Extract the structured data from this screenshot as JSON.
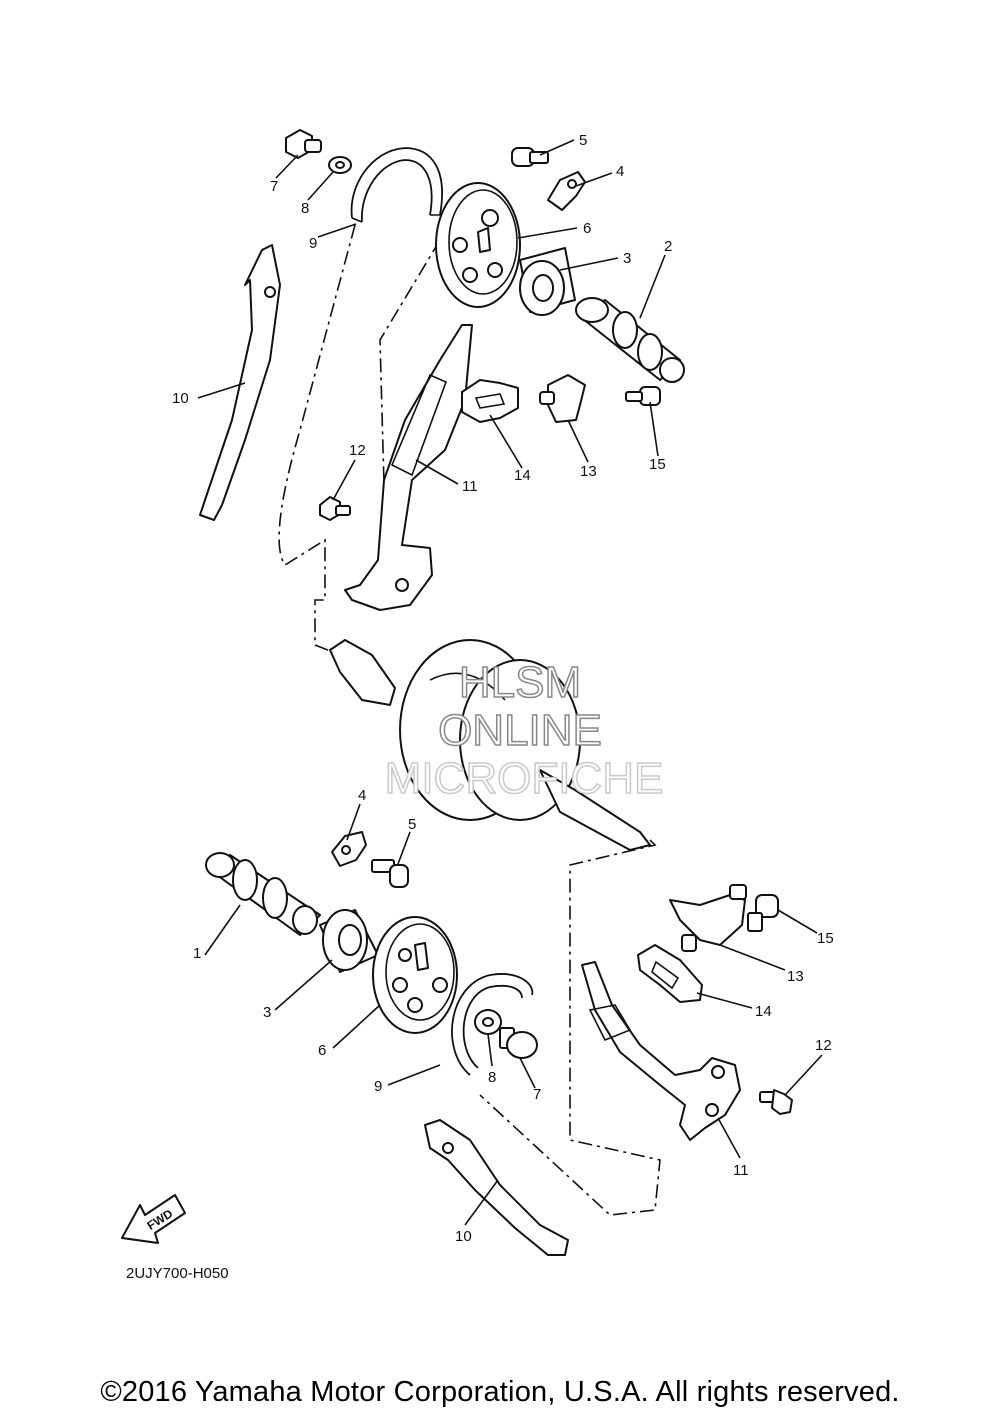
{
  "diagram": {
    "callouts_top": [
      "7",
      "8",
      "9",
      "5",
      "4",
      "6",
      "3",
      "2",
      "10",
      "12",
      "11",
      "14",
      "13",
      "15"
    ],
    "callouts_bottom": [
      "4",
      "5",
      "1",
      "3",
      "6",
      "9",
      "8",
      "7",
      "15",
      "13",
      "14",
      "12",
      "11",
      "10"
    ],
    "watermark": [
      "HLSM",
      "ONLINE",
      "MICROFICHE"
    ],
    "fwd_label": "FWD",
    "diagram_code": "2UJY700-H050"
  },
  "footer": {
    "copyright": "©2016 Yamaha Motor Corporation, U.S.A. All rights reserved."
  }
}
